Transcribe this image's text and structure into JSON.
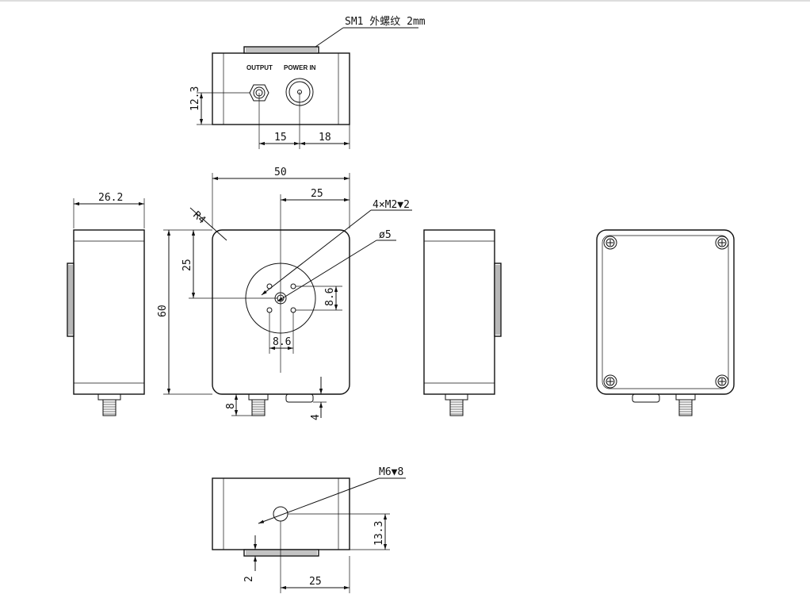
{
  "annotations": {
    "sm1_thread": "SM1 外螺纹 2mm",
    "output": "OUTPUT",
    "power_in": "POWER IN",
    "holes": "4×M2▼2",
    "hole_dia": "ø5",
    "radius": "R4",
    "m6": "M6▼8"
  },
  "dimensions": {
    "top_height": "12.3",
    "top_15": "15",
    "top_18": "18",
    "width_50": "50",
    "offset_25_top": "25",
    "depth_26_2": "26.2",
    "offset_25_left": "25",
    "height_60": "60",
    "pitch_8_6_v": "8.6",
    "pitch_8_6_h": "8.6",
    "connector_8": "8",
    "gap_4": "4",
    "bottom_13_3": "13.3",
    "bottom_2": "2",
    "bottom_25": "25"
  }
}
